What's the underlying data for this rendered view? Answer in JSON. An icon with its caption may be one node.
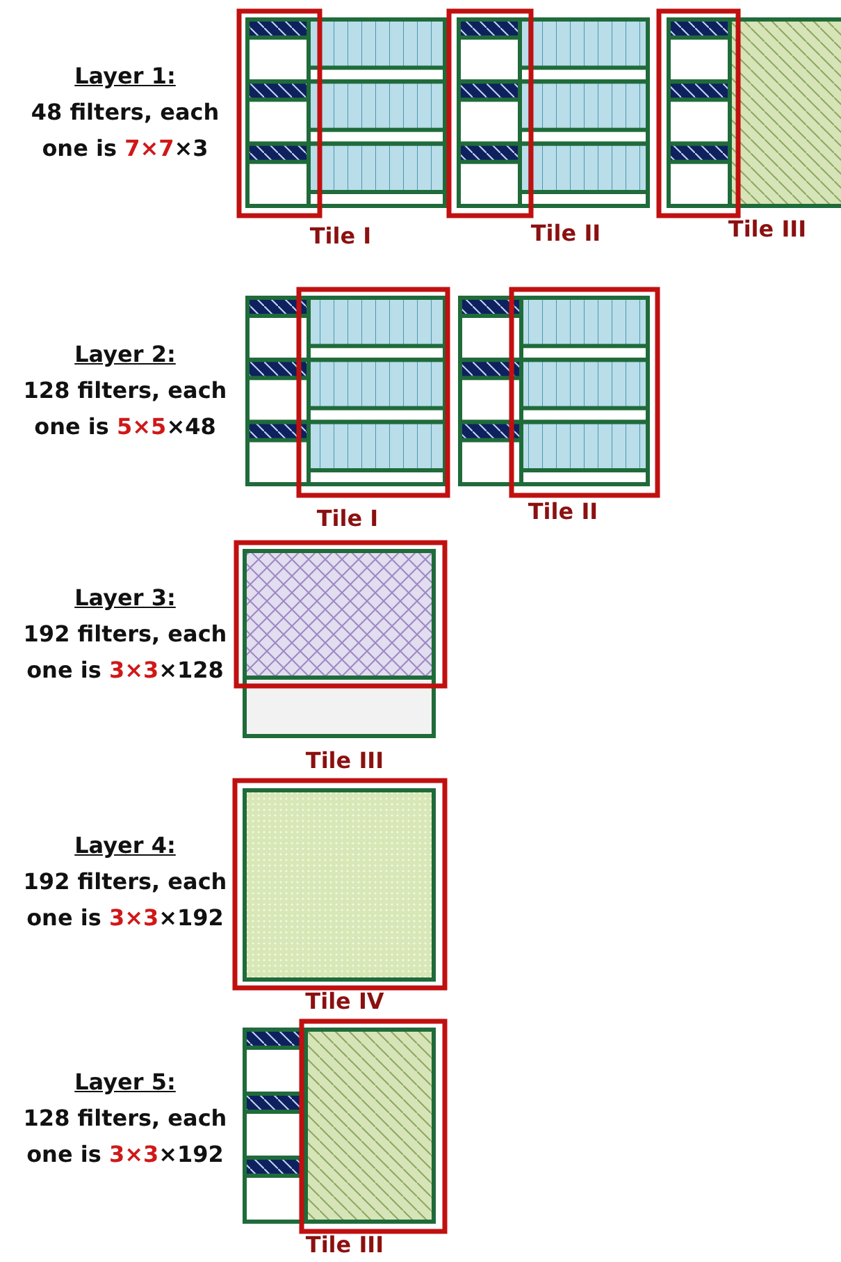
{
  "diagram": {
    "labels": [
      "Layer 1:",
      "48 filters, each one is 7×7×3",
      "Tile I",
      "Tile II",
      "Tile III",
      "Layer 2:",
      "128 filters, each one is 5×5×48",
      "Tile I",
      "Tile II",
      "Layer 3:",
      "192 filters, each one is 3×3×128",
      "Tile III",
      "Layer 4:",
      "192 filters, each one is 3×3×192",
      "Tile IV",
      "Layer 5:",
      "128 filters, each one is 3×3×192",
      "Tile III"
    ]
  }
}
